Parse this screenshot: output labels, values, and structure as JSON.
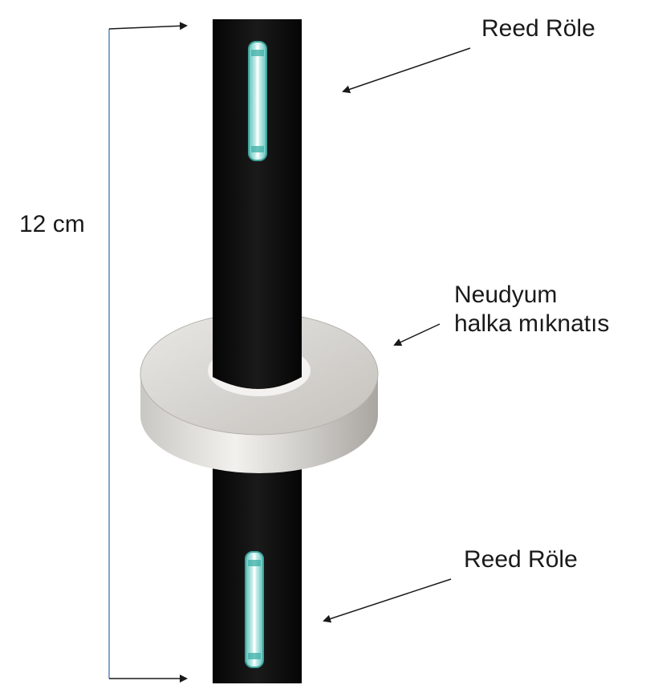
{
  "labels": {
    "reed_top": "Reed Röle",
    "reed_bottom": "Reed Röle",
    "magnet_line1": "Neudyum",
    "magnet_line2": "halka mıknatıs",
    "dimension": "12 cm"
  },
  "colors": {
    "strip": "#0b0b0b",
    "magnet_face": "#d9d7d3",
    "magnet_side": "#bdbab5",
    "glass": "#7fd6cf",
    "line": "#1a1a1a",
    "bracket": "#5a86b8"
  }
}
